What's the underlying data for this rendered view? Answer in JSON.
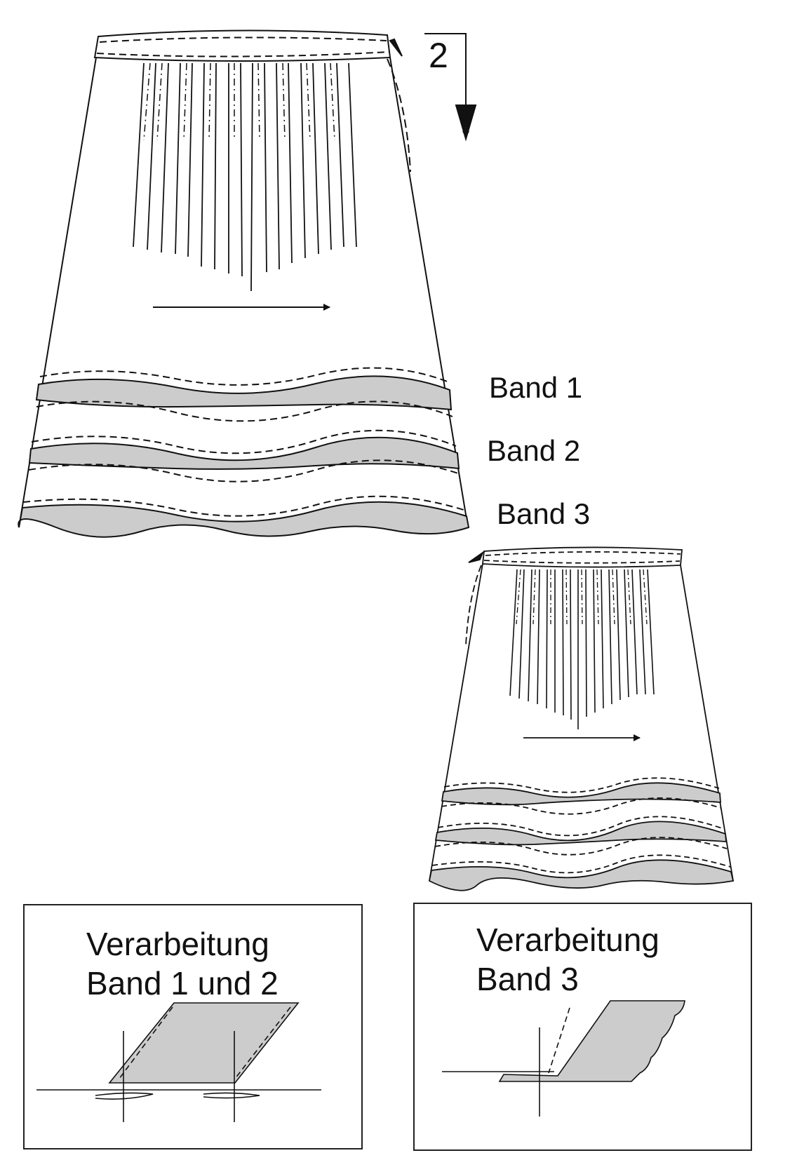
{
  "step_number": "2",
  "band_labels": {
    "band1": "Band 1",
    "band2": "Band 2",
    "band3": "Band 3"
  },
  "detail_left": {
    "title_line1": "Verarbeitung",
    "title_line2": "Band 1 und 2"
  },
  "detail_right": {
    "title_line1": "Verarbeitung",
    "title_line2": "Band 3"
  },
  "colors": {
    "line": "#111111",
    "band_fill": "#cccccc",
    "background": "#ffffff"
  }
}
